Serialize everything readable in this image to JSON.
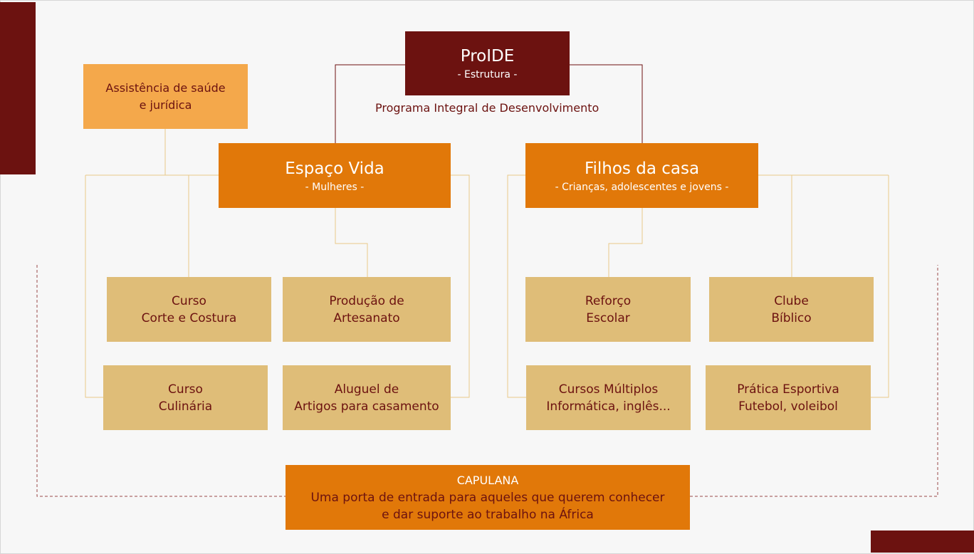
{
  "root": {
    "title": "ProIDE",
    "subtitle": "- Estrutura -",
    "caption": "Programa Integral de Desenvolvimento"
  },
  "support": {
    "line1": "Assistência de saúde",
    "line2": "e jurídica"
  },
  "espaco_vida": {
    "title": "Espaço Vida",
    "subtitle": "- Mulheres -",
    "items": [
      {
        "line1": "Curso",
        "line2": "Corte e Costura"
      },
      {
        "line1": "Produção de",
        "line2": "Artesanato"
      },
      {
        "line1": "Curso",
        "line2": "Culinária"
      },
      {
        "line1": "Aluguel de",
        "line2": "Artigos para casamento"
      }
    ]
  },
  "filhos_da_casa": {
    "title": "Filhos da casa",
    "subtitle": "- Crianças, adolescentes e jovens -",
    "items": [
      {
        "line1": "Reforço",
        "line2": "Escolar"
      },
      {
        "line1": "Clube",
        "line2": "Bíblico"
      },
      {
        "line1": "Cursos Múltiplos",
        "line2": "Informática, inglês..."
      },
      {
        "line1": "Prática Esportiva",
        "line2": "Futebol, voleibol"
      }
    ]
  },
  "capulana": {
    "title": "CAPULANA",
    "line1": "Uma porta de entrada para aqueles que querem conhecer",
    "line2": "e dar suporte ao trabalho na África"
  },
  "colors": {
    "dark_red": "#6c1210",
    "orange": "#e17809",
    "light_orange": "#f4a84b",
    "tan": "#dfbd78",
    "connector": "#e8c98a"
  }
}
